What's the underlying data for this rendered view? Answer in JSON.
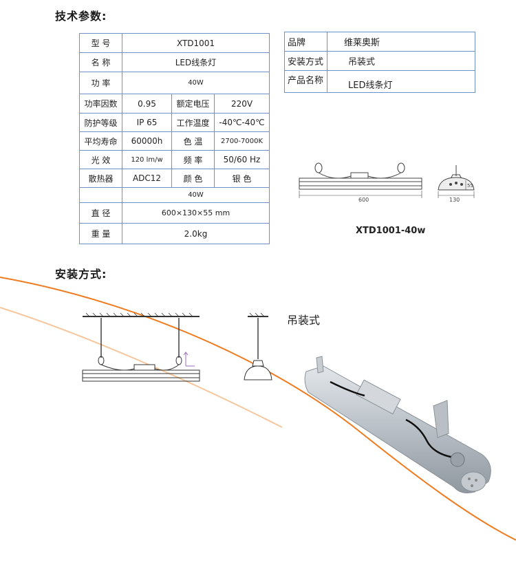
{
  "sections": {
    "tech_title": "技术参数:",
    "install_title": "安装方式:"
  },
  "spec_table": {
    "model_label": "型  号",
    "model_value": "XTD1001",
    "name_label": "名  称",
    "name_value": "LED线条灯",
    "power_label": "功  率",
    "power_value": "40W",
    "rows": [
      {
        "l1": "功率因数",
        "v1": "0.95",
        "l2": "额定电压",
        "v2": "220V"
      },
      {
        "l1": "防护等级",
        "v1": "IP 65",
        "l2": "工作温度",
        "v2": "-40℃-40℃"
      },
      {
        "l1": "平均寿命",
        "v1": "60000h",
        "l2": "色  温",
        "v2": "2700-7000K"
      },
      {
        "l1": "光  效",
        "v1": "120 lm/w",
        "l2": "频  率",
        "v2": "50/60 Hz"
      },
      {
        "l1": "散热器",
        "v1": "ADC12",
        "l2": "颜  色",
        "v2": "银  色"
      }
    ],
    "extra_power": "40W",
    "diameter_label": "直  径",
    "diameter_value": "600×130×55 mm",
    "weight_label": "重  量",
    "weight_value": "2.0kg"
  },
  "brand_table": {
    "brand_label": "品牌",
    "brand_value": "维莱奥斯",
    "mount_label": "安装方式",
    "mount_value": "吊装式",
    "product_label": "产品名称",
    "product_value": "LED线条灯"
  },
  "drawing": {
    "length": "600",
    "width": "130",
    "height": "55",
    "model_caption": "XTD1001-40w"
  },
  "install": {
    "hang_label": "吊装式"
  },
  "colors": {
    "table_border": "#6f8fc9",
    "orange_curve": "#f07a1e",
    "light_orange_curve": "#f7c59a"
  }
}
